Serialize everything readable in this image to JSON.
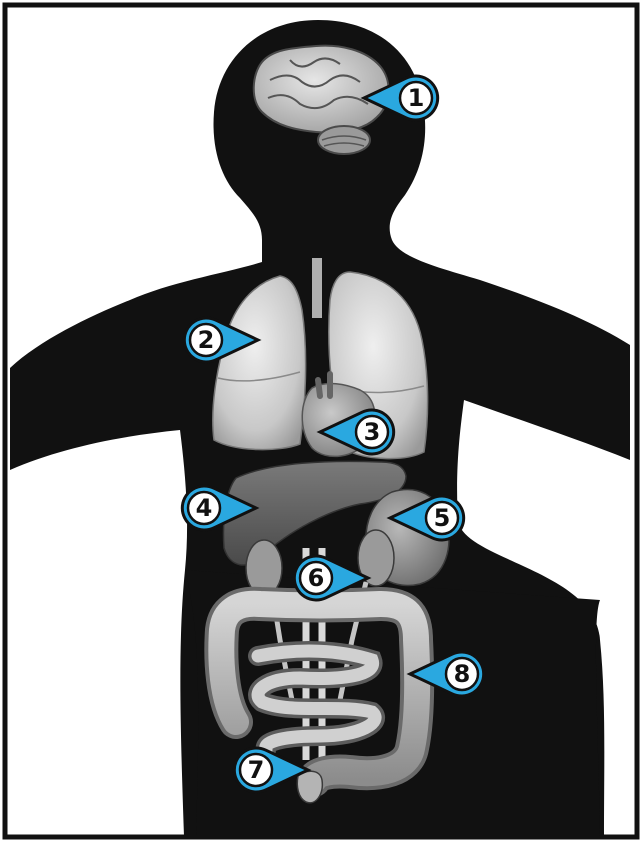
{
  "diagram": {
    "colors": {
      "silhouette": "#111111",
      "marker_fill": "#2aa8e0",
      "marker_inner": "#ffffff",
      "organ_light": "#d9d9d9",
      "organ_mid": "#a8a8a8",
      "organ_dark": "#6f6f6f"
    },
    "markers": [
      {
        "number": "1",
        "organ": "brain"
      },
      {
        "number": "2",
        "organ": "lungs"
      },
      {
        "number": "3",
        "organ": "heart"
      },
      {
        "number": "4",
        "organ": "liver"
      },
      {
        "number": "5",
        "organ": "stomach"
      },
      {
        "number": "6",
        "organ": "kidneys"
      },
      {
        "number": "7",
        "organ": "appendix"
      },
      {
        "number": "8",
        "organ": "large-intestine"
      }
    ]
  }
}
